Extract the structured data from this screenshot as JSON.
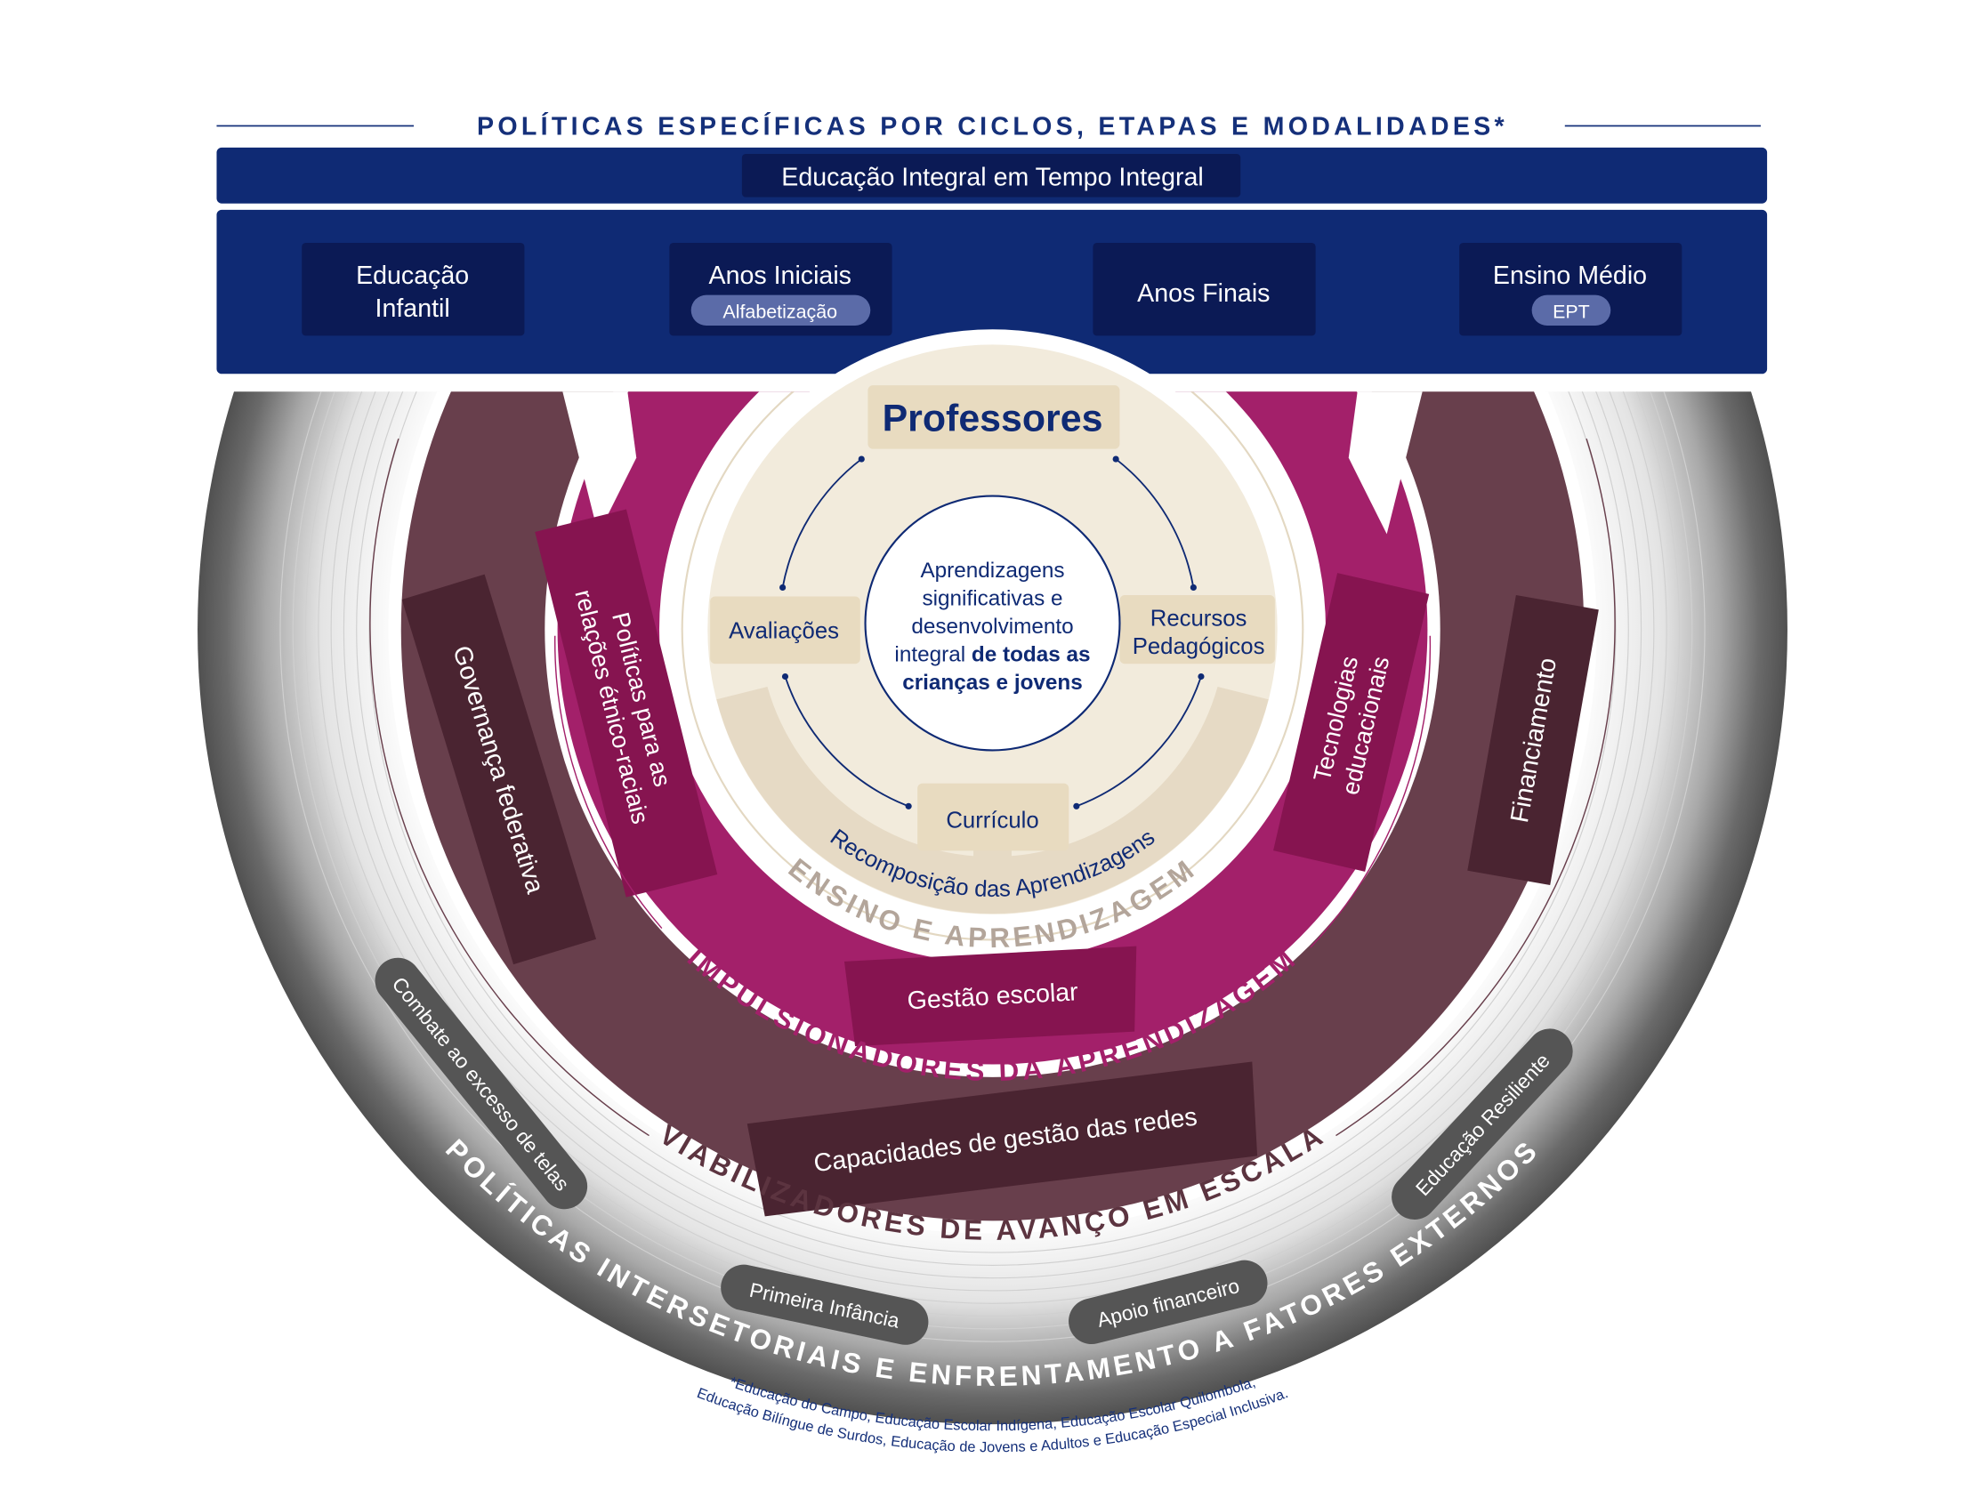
{
  "header": {
    "title": "POLÍTICAS ESPECÍFICAS POR CICLOS, ETAPAS E MODALIDADES*",
    "integral_bar": "Educação Integral em Tempo Integral",
    "stages": [
      {
        "line1": "Educação",
        "line2": "Infantil"
      },
      {
        "line1": "Anos Iniciais",
        "badge": "Alfabetização"
      },
      {
        "line1": "Anos Finais"
      },
      {
        "line1": "Ensino Médio",
        "badge": "EPT"
      }
    ]
  },
  "core": {
    "teachers": "Professores",
    "center_lines": [
      "Aprendizagens",
      "significativas e",
      "desenvolvimento"
    ],
    "center_line4_regular": "integral ",
    "center_line4_bold": "de todas as",
    "center_line5_bold": "crianças e jovens",
    "evaluations": "Avaliações",
    "resources_line1": "Recursos",
    "resources_line2": "Pedagógicos",
    "curriculum": "Currículo",
    "recomposition": "Recomposição das Aprendizagens",
    "ring_title": "ENSINO E APRENDIZAGEM"
  },
  "drivers": {
    "ring_title": "IMPULSIONADORES DA APRENDIZAGEM",
    "ethnic_line1": "Políticas para as",
    "ethnic_line2": "relações étnico-raciais",
    "tech_line1": "Tecnologias",
    "tech_line2": "educacionais",
    "school_management": "Gestão escolar"
  },
  "enablers": {
    "ring_title": "VIABILIZADORES DE AVANÇO EM ESCALA",
    "governance": "Governança federativa",
    "financing": "Financiamento",
    "network_capacity": "Capacidades de gestão das redes"
  },
  "intersectoral": {
    "ring_title": "POLÍTICAS INTERSETORIAIS E ENFRENTAMENTO A FATORES EXTERNOS",
    "pills": [
      "Combate ao excesso de telas",
      "Primeira Infância",
      "Apoio financeiro",
      "Educação Resiliente"
    ]
  },
  "footnote": {
    "line1": "*Educação do Campo, Educação Escolar Indígena, Educação Escolar Quilombola,",
    "line2": "Educação Bilíngue de Surdos, Educação de Jovens e Adultos e Educação Especial Inclusiva."
  },
  "colors": {
    "navy": "#0f2a74",
    "navy_dark": "#0b1a55",
    "beige": "#f2ebdc",
    "beige_box": "#e8dbc0",
    "magenta": "#a3206a",
    "magenta_dark": "#861450",
    "maroon": "#683f4c",
    "maroon_dark": "#4a2431",
    "gray_dark": "#555555"
  }
}
